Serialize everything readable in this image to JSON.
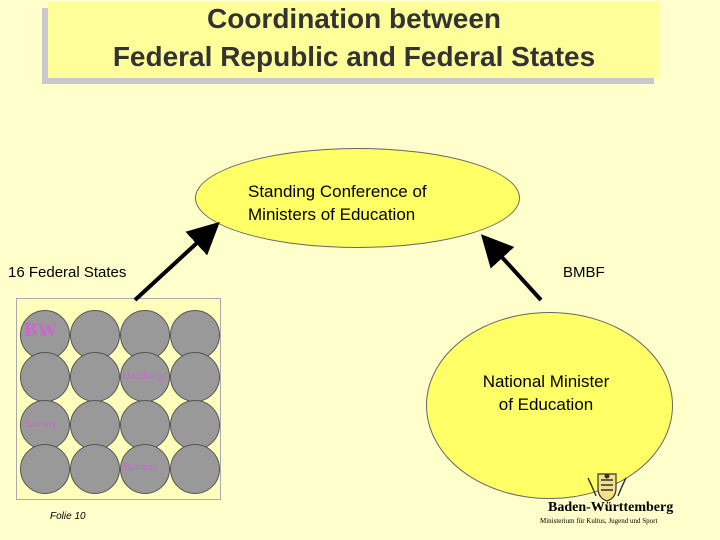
{
  "title": {
    "line1": "Coordination between",
    "line2": "Federal Republic and Federal States"
  },
  "conference": {
    "line1": "Standing Conference of",
    "line2": "Ministers of Education"
  },
  "federal_states_label": "16 Federal States",
  "bmbf_label": "BMBF",
  "national_minister": {
    "line1": "National Minister",
    "line2": "of Education"
  },
  "states": {
    "bw": "BW",
    "hamburg": "Hamburg",
    "saxony": "Saxony",
    "bavaria": "Bavaria"
  },
  "footer": {
    "slide": "Folie 10",
    "org_name": "Baden-Württemberg",
    "ministry": "Ministerium für Kultus, Jugend und Sport"
  },
  "colors": {
    "background": "#ffffcc",
    "ellipse_fill": "#ffff66",
    "state_fill": "#999999",
    "state_label": "#cc66cc"
  }
}
